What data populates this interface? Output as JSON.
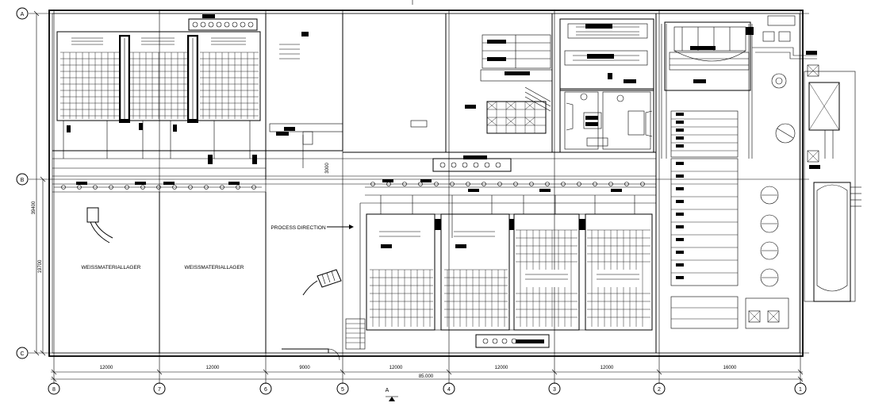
{
  "axes_letters": [
    "A",
    "B",
    "C"
  ],
  "axes_numbers": [
    "8",
    "7",
    "6",
    "5",
    "4",
    "3",
    "2",
    "1"
  ],
  "dimensions": {
    "spans": [
      "12000",
      "12000",
      "9000",
      "12000",
      "12000",
      "12000",
      "16000"
    ],
    "total": "85.000",
    "height_total": "39400",
    "height_lower": "19700",
    "height_upper": "3000"
  },
  "labels": {
    "warehouse_left": "WEISSMATERIALLAGER",
    "warehouse_right": "WEISSMATERIALLAGER",
    "process_direction": "PROCESS DIRECTION",
    "section_marker": "A"
  },
  "colors": {
    "line": "#000000",
    "background": "#ffffff"
  }
}
